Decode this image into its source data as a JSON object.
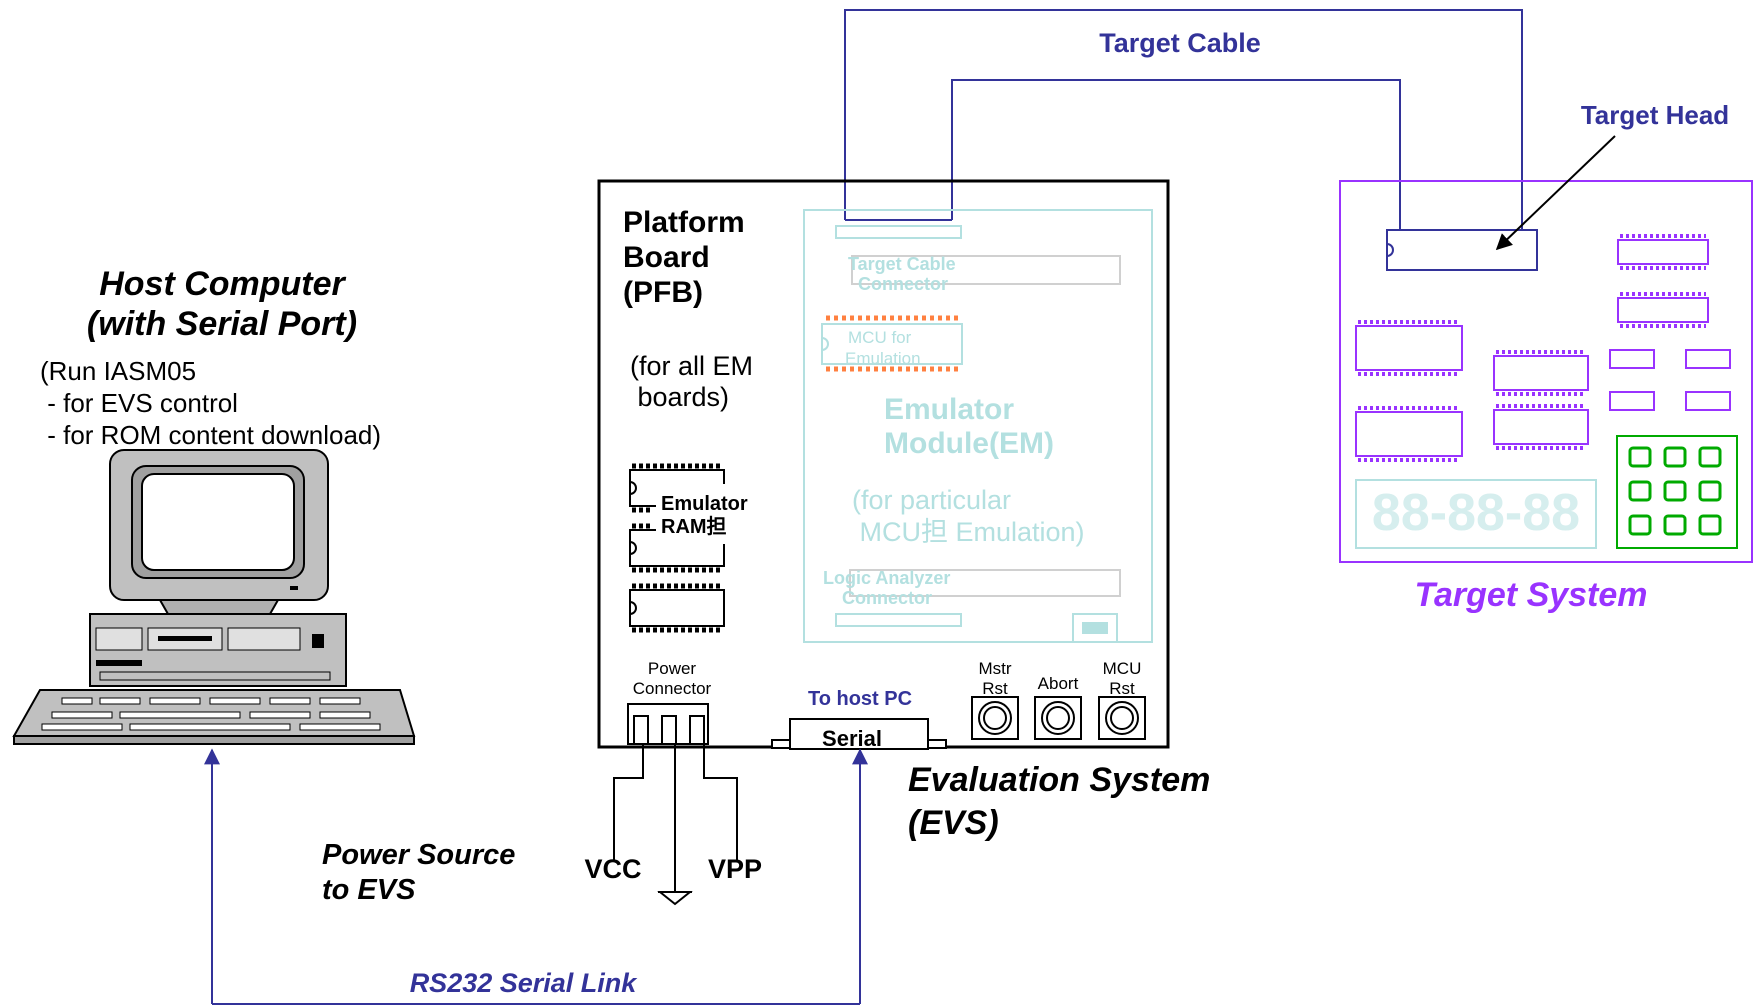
{
  "host": {
    "title_line1": "Host Computer",
    "title_line2": "(with Serial Port)",
    "note_line1": "(Run IASM05",
    "note_line2": " - for EVS control",
    "note_line3": " - for ROM content download)"
  },
  "platform": {
    "title_line1": "Platform",
    "title_line2": "Board",
    "title_line3": "(PFB)",
    "note_line1": "(for all EM",
    "note_line2": " boards)",
    "ram_line1": "Emulator",
    "ram_line2": "RAM担"
  },
  "em": {
    "cable_conn_line1": "Target Cable",
    "cable_conn_line2": "Connector",
    "mcu_line1": "MCU for",
    "mcu_line2": "Emulation",
    "title_line1": "Emulator",
    "title_line2": "Module(EM)",
    "note_line1": "(for particular",
    "note_line2": " MCU担 Emulation)",
    "logic_line1": "Logic Analyzer",
    "logic_line2": "Connector"
  },
  "power_connector": {
    "line1": "Power",
    "line2": "Connector"
  },
  "buttons": [
    {
      "line1": "Mstr",
      "line2": "Rst"
    },
    {
      "line1": "Abort",
      "line2": ""
    },
    {
      "line1": "MCU",
      "line2": "Rst"
    }
  ],
  "serial": {
    "to_host": "To host PC",
    "label": "Serial"
  },
  "evs": {
    "title_line1": "Evaluation System",
    "title_line2": "(EVS)"
  },
  "power_source": {
    "line1": "Power Source",
    "line2": "to EVS",
    "vcc": "VCC",
    "vpp": "VPP"
  },
  "rs232": "RS232 Serial Link",
  "target_cable": "Target Cable",
  "target_head": "Target Head",
  "target_system": "Target System",
  "colors": {
    "blue": "#333399",
    "purple": "#9933ff",
    "teal_faint": "#b3e0e0",
    "green": "#00aa00",
    "black": "#000000"
  }
}
